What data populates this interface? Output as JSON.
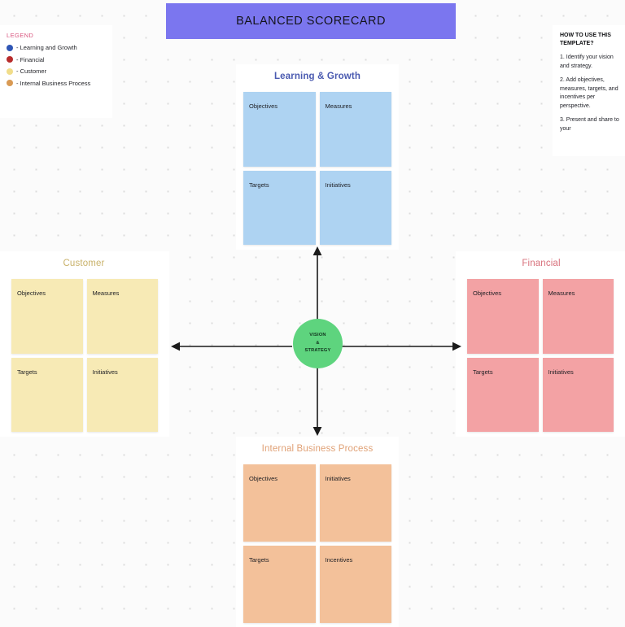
{
  "header": {
    "title": "BALANCED SCORECARD",
    "banner_color": "#7b76ef"
  },
  "legend": {
    "title": "LEGEND",
    "title_color": "#d9567f",
    "items": [
      {
        "label": "- Learning and Growth",
        "color": "#2f56b5"
      },
      {
        "label": " - Financial",
        "color": "#b82c2c"
      },
      {
        "label": "- Customer",
        "color": "#f1dd8a"
      },
      {
        "label": "- Internal Business Process",
        "color": "#d99a54"
      }
    ]
  },
  "howto": {
    "heading": "HOW TO USE THIS TEMPLATE?",
    "steps": [
      "1. Identify your vision and strategy.",
      "2. Add objectives, measures, targets, and incentives per perspective.",
      "3. Present and share to your"
    ]
  },
  "hub": {
    "line1": "VISION",
    "line2": "&",
    "line3": "STRATEGY",
    "color": "#5ed47e"
  },
  "quadrants": {
    "learning": {
      "title": "Learning & Growth",
      "title_color": "#4a5ab0",
      "card_color": "#aed3f2",
      "cells": [
        "Objectives",
        "Measures",
        "Targets",
        "Initiatives"
      ]
    },
    "customer": {
      "title": "Customer",
      "title_color": "#c9b26a",
      "card_color": "#f7eab5",
      "cells": [
        "Objectives",
        "Measures",
        "Targets",
        "Initiatives"
      ]
    },
    "financial": {
      "title": "Financial",
      "title_color": "#d8717c",
      "card_color": "#f3a2a4",
      "cells": [
        "Objectives",
        "Measures",
        "Targets",
        "Initiatives"
      ]
    },
    "internal": {
      "title": "Internal Business Process",
      "title_color": "#e0a176",
      "card_color": "#f3c19a",
      "cells": [
        "Objectives",
        "Initiatives",
        "Targets",
        "Incentives"
      ]
    }
  },
  "arrows": {
    "up": "arrow-up",
    "down": "arrow-down",
    "left": "arrow-left",
    "right": "arrow-right"
  }
}
